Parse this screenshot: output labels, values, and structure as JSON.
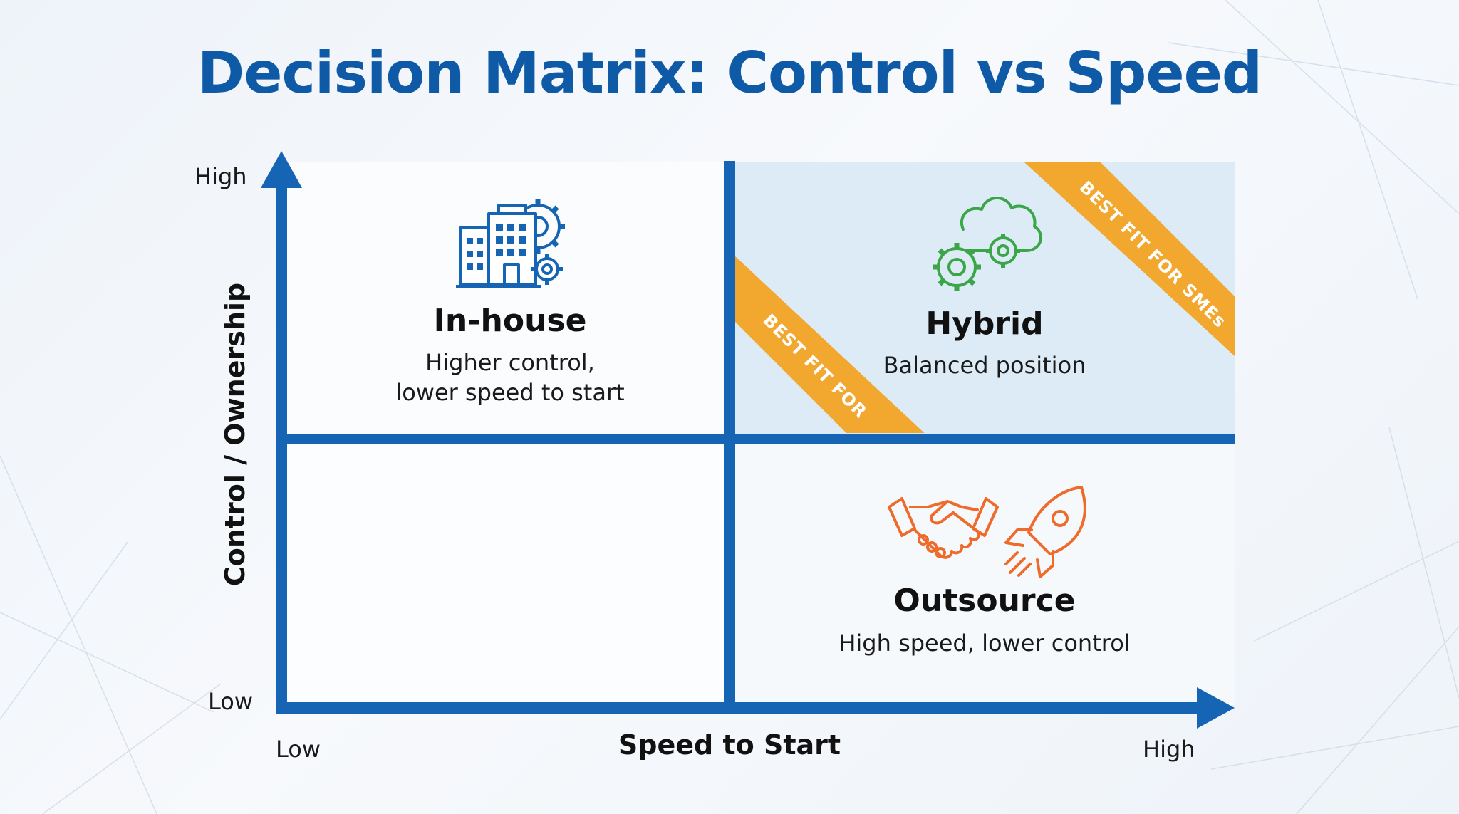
{
  "title": "Decision Matrix: Control vs Speed",
  "y_axis": {
    "label": "Control / Ownership",
    "high": "High",
    "low": "Low"
  },
  "x_axis": {
    "label": "Speed to Start",
    "low": "Low",
    "high": "High"
  },
  "quadrants": {
    "top_left": {
      "title": "In-house",
      "desc_line1": "Higher control,",
      "desc_line2": "lower speed to start",
      "icon": "building-gears-icon"
    },
    "top_right": {
      "title": "Hybrid",
      "desc": "Balanced position",
      "icon": "cloud-gears-icon"
    },
    "bottom_right": {
      "title": "Outsource",
      "desc": "High speed, lower control",
      "icons": [
        "handshake-icon",
        "rocket-icon"
      ]
    }
  },
  "ribbons": {
    "left": "BEST FIT FOR",
    "right": "BEST FIT FOR SMEs"
  },
  "colors": {
    "axis": "#1565b4",
    "title": "#0f5aa6",
    "ribbon": "#f2a72e",
    "hybrid_bg": "#dcebf6",
    "icon_blue": "#1565b4",
    "icon_green": "#3aa648",
    "icon_orange": "#ee6b2b"
  }
}
